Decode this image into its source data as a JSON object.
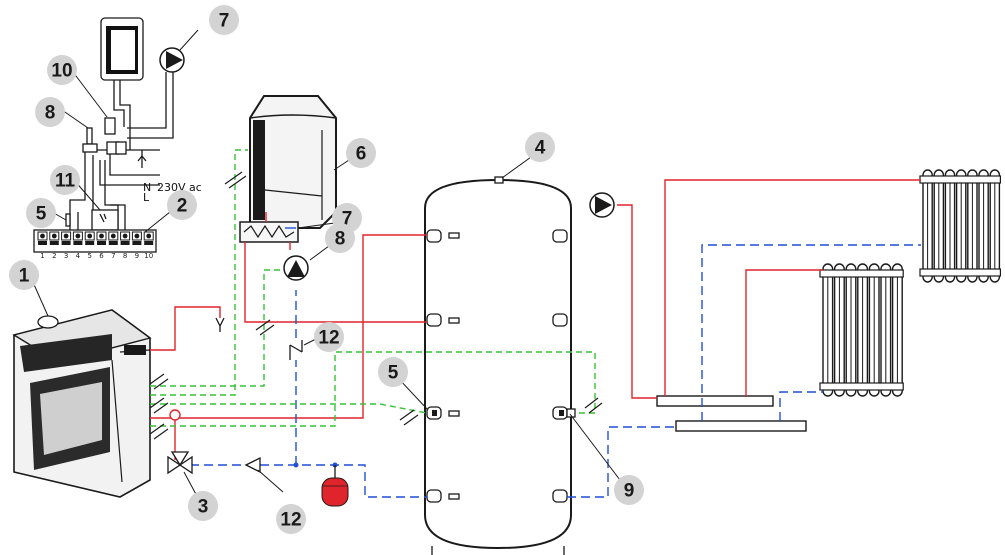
{
  "labels": {
    "stove": "1",
    "terminal_block": "2",
    "mixing_valve": "3",
    "buffer_tank": "4",
    "tank_sensor_left": "5",
    "tank_sensor_top": "5",
    "boiler": "6",
    "pump_top": "7",
    "heat_exchanger": "7",
    "thermostat_top": "8",
    "pump_mid": "8",
    "tank_sensor_right": "9",
    "relay": "10",
    "controller": "11",
    "check_valve_mid": "12",
    "check_valve_bottom": "12"
  },
  "power": {
    "neutral": "N",
    "line": "L",
    "voltage": "230V ac"
  },
  "terminals": [
    "1",
    "2",
    "3",
    "4",
    "5",
    "6",
    "7",
    "8",
    "9",
    "10"
  ],
  "colors": {
    "flow": "#e0242b",
    "return": "#1f4fd6",
    "signal": "#36c236",
    "wiring": "#1a1a1a",
    "badge": "#d3d3d3",
    "expansion_vessel": "#e0242b"
  }
}
